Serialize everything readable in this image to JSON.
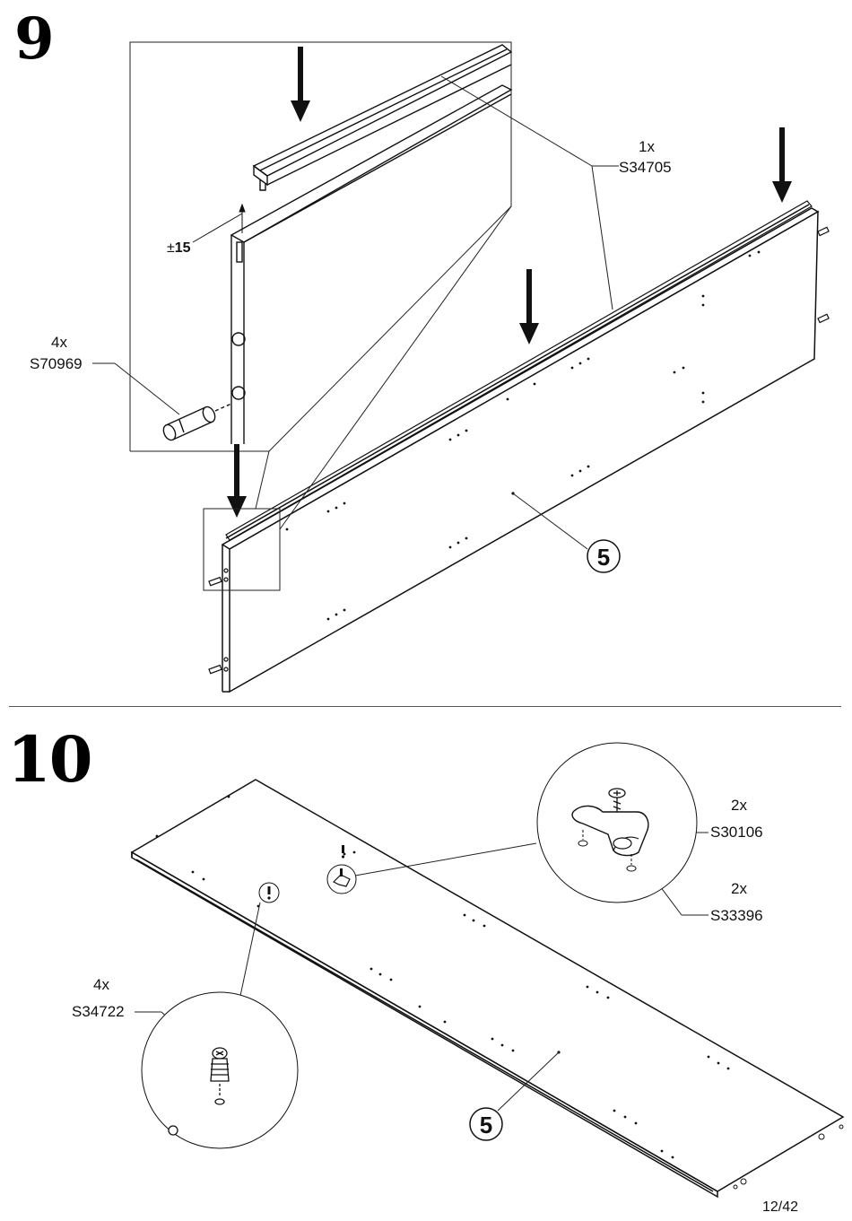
{
  "steps": {
    "step9": {
      "number": "9",
      "rail": {
        "qty": "1x",
        "code": "S34705"
      },
      "dowel": {
        "qty": "4x",
        "code": "S70969"
      },
      "dimension": {
        "symbol": "±",
        "value": "15"
      },
      "panel_ref": "5"
    },
    "step10": {
      "number": "10",
      "screw": {
        "qty": "2x",
        "code": "S30106"
      },
      "clip": {
        "qty": "2x",
        "code": "S33396"
      },
      "cam": {
        "qty": "4x",
        "code": "S34722"
      },
      "panel_ref": "5"
    }
  },
  "footer": {
    "page": "12/42"
  }
}
